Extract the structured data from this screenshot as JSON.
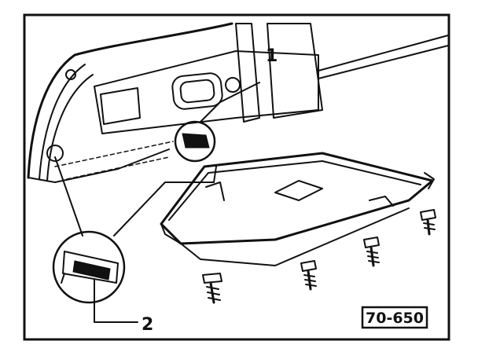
{
  "figure": {
    "callouts": [
      "1",
      "2"
    ],
    "reference": "70-650",
    "ink_color": "#111111",
    "paper_color": "#ffffff"
  }
}
